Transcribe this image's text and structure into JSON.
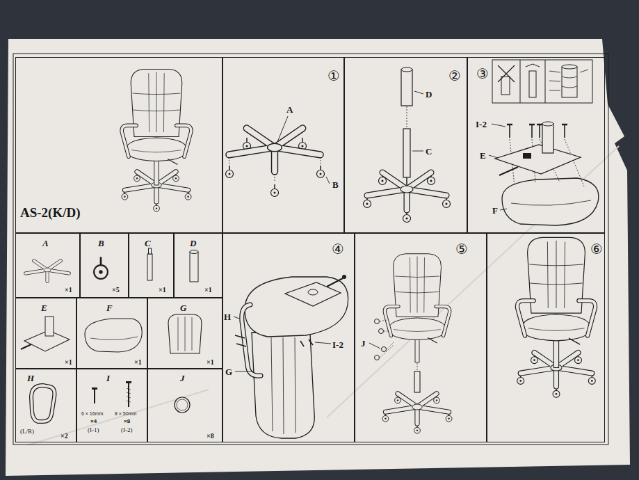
{
  "diagram": {
    "nodes": [
      {
        "text": [
          "AS-2(K/D)"
        ]
      },
      {
        "text": [
          "①"
        ]
      },
      {
        "text": [
          "②"
        ]
      },
      {
        "text": [
          "③"
        ]
      },
      {
        "text": [
          "A",
          "×1"
        ]
      },
      {
        "text": [
          "B",
          "×5"
        ]
      },
      {
        "text": [
          "C",
          "×1"
        ]
      },
      {
        "text": [
          "D",
          "×1"
        ]
      },
      {
        "text": [
          "④"
        ]
      },
      {
        "text": [
          "⑤"
        ]
      },
      {
        "text": [
          "⑥"
        ]
      },
      {
        "text": [
          "E",
          "×1"
        ]
      },
      {
        "text": [
          "F",
          "×1"
        ]
      },
      {
        "text": [
          "G",
          "×1"
        ]
      },
      {
        "text": [
          "H",
          "(L/R)",
          "×2"
        ]
      },
      {
        "text": [
          "I",
          "6 × 16mm",
          "×4",
          "(I-1)",
          "8 × 50mm",
          "×8",
          "(I-2)"
        ]
      },
      {
        "text": [
          "J",
          "×8"
        ]
      }
    ],
    "labels": [
      "A",
      "B",
      "D",
      "C",
      "I-2",
      "E",
      "F",
      "H",
      "I-2",
      "G",
      "J"
    ]
  }
}
